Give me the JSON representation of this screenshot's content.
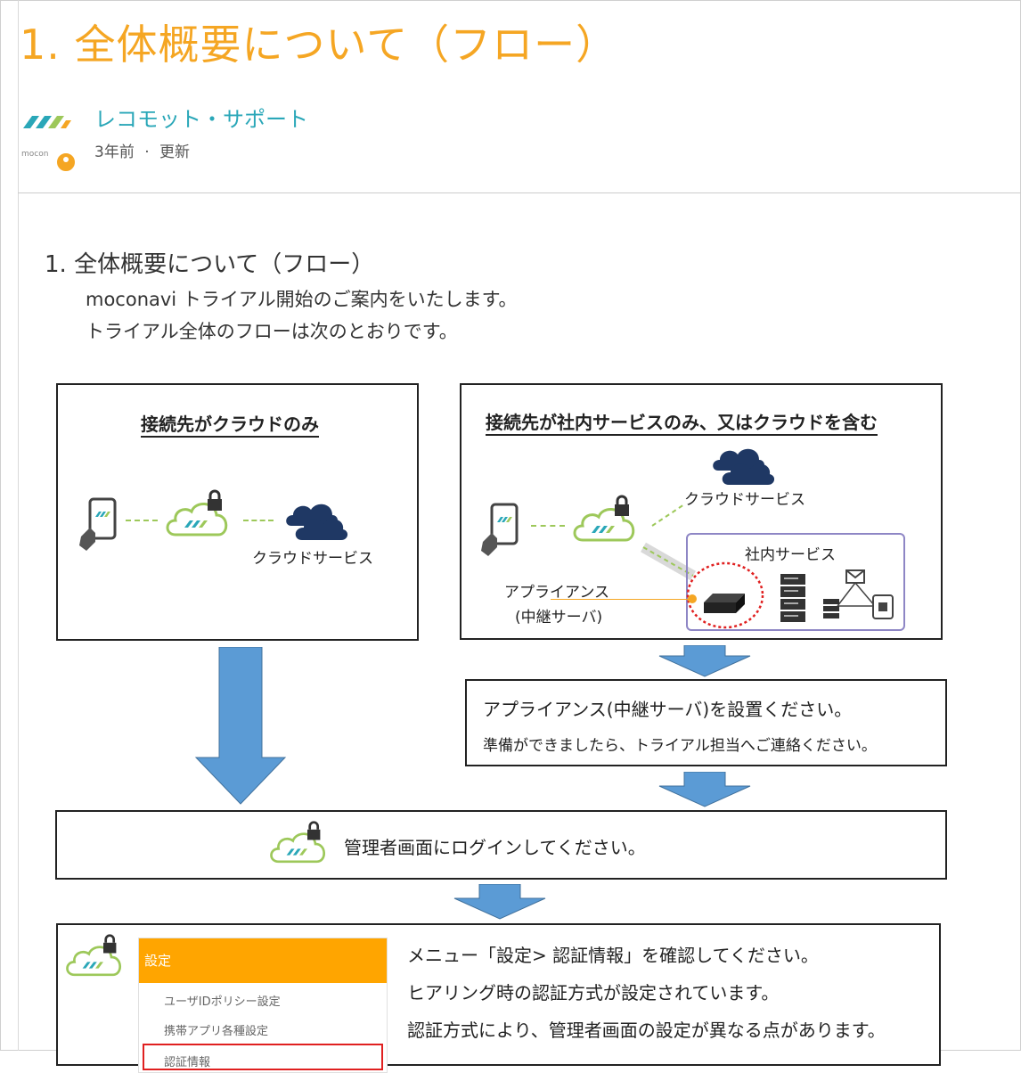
{
  "page_title": "1.  全体概要について（フロー）",
  "author": {
    "name": "レコモット・サポート",
    "logo_text": "mocon",
    "time_ago": "3年前",
    "separator": "·",
    "updated": "更新"
  },
  "section": {
    "heading": "1.  全体概要について（フロー）",
    "intro_1": "moconavi トライアル開始のご案内をいたします。",
    "intro_2": "トライアル全体のフローは次のとおりです。"
  },
  "flow": {
    "left_box": {
      "title": "接続先がクラウドのみ",
      "cloud_service": "クラウドサービス"
    },
    "right_box": {
      "title": "接続先が社内サービスのみ、又はクラウドを含む",
      "cloud_service": "クラウドサービス",
      "internal_service": "社内サービス",
      "appliance_1": "アプライアンス",
      "appliance_2": "(中継サーバ)"
    },
    "step_appliance": {
      "line_1": "アプライアンス(中継サーバ)を設置ください。",
      "line_2": "準備ができましたら、トライアル担当へご連絡ください。"
    },
    "step_login": {
      "text": "管理者画面にログインしてください。"
    },
    "step_settings": {
      "menu_header": "設定",
      "menu_items": [
        "ユーザIDポリシー設定",
        "携帯アプリ各種設定",
        "認証情報"
      ],
      "line_1": "メニュー「設定> 認証情報」を確認してください。",
      "line_2": "ヒアリング時の認証方式が設定されています。",
      "line_3": "認証方式により、管理者画面の設定が異なる点があります。"
    }
  },
  "colors": {
    "title_orange": "#f5a623",
    "author_teal": "#2aa7b8",
    "arrow_blue": "#5b9bd5",
    "cloud_green": "#9dc85a",
    "menu_orange": "#ffa500",
    "highlight_red": "#e02020"
  }
}
